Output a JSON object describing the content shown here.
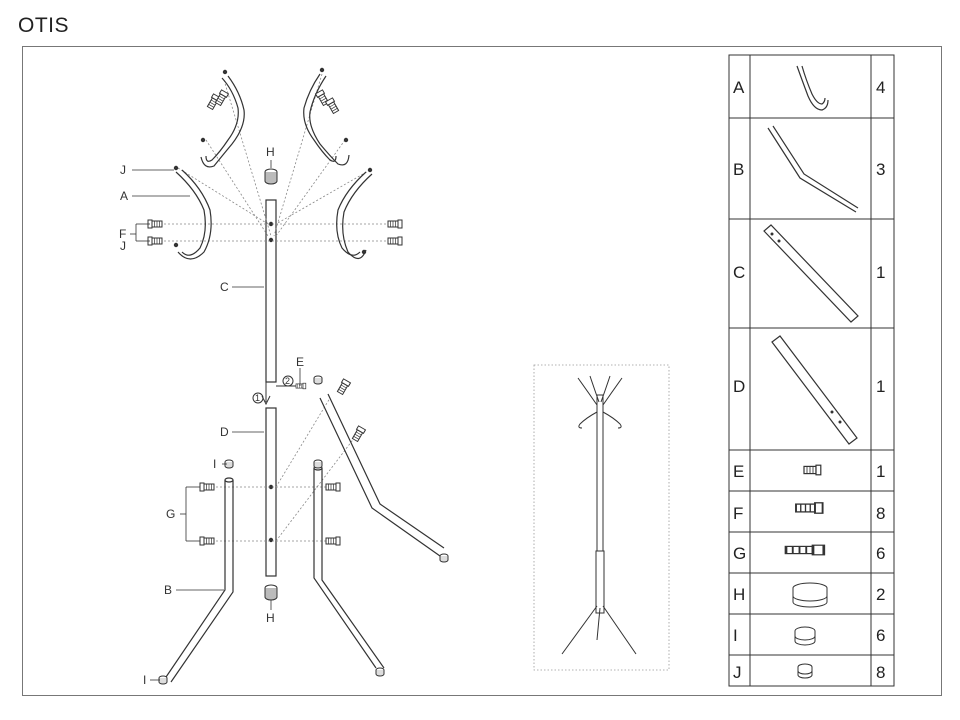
{
  "title": "OTIS",
  "labels": {
    "H_top": "H",
    "J1": "J",
    "A": "A",
    "F": "F",
    "J2": "J",
    "C": "C",
    "E": "E",
    "step1": "1",
    "step2": "2",
    "D": "D",
    "I_top": "I",
    "G": "G",
    "B": "B",
    "H_bottom": "H",
    "I_bottom": "I"
  },
  "parts_table": [
    {
      "letter": "A",
      "qty": "4",
      "icon": "hook-part-icon"
    },
    {
      "letter": "B",
      "qty": "3",
      "icon": "leg-part-icon"
    },
    {
      "letter": "C",
      "qty": "1",
      "icon": "upper-pole-icon"
    },
    {
      "letter": "D",
      "qty": "1",
      "icon": "lower-pole-icon"
    },
    {
      "letter": "E",
      "qty": "1",
      "icon": "small-screw-icon"
    },
    {
      "letter": "F",
      "qty": "8",
      "icon": "medium-screw-icon"
    },
    {
      "letter": "G",
      "qty": "6",
      "icon": "long-screw-icon"
    },
    {
      "letter": "H",
      "qty": "2",
      "icon": "end-cap-icon"
    },
    {
      "letter": "I",
      "qty": "6",
      "icon": "foot-cap-icon"
    },
    {
      "letter": "J",
      "qty": "8",
      "icon": "hook-cap-icon"
    }
  ]
}
